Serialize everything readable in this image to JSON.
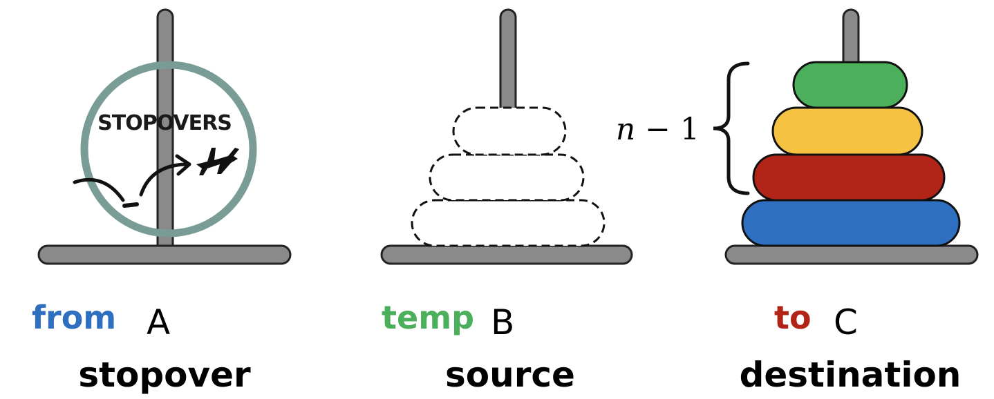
{
  "pegs": [
    {
      "id": "A",
      "role": "from",
      "name": "A",
      "description": "stopover",
      "role_color": "#2f6fbf"
    },
    {
      "id": "B",
      "role": "temp",
      "name": "B",
      "description": "source",
      "role_color": "#4caf5c"
    },
    {
      "id": "C",
      "role": "to",
      "name": "C",
      "description": "destination",
      "role_color": "#b22318"
    }
  ],
  "stopovers_stamp": {
    "text": "STOPOVERS",
    "ring_color": "#7a9c96"
  },
  "peg_color": "#8a8a8a",
  "disks_on_C": [
    {
      "color": "#4caf5c"
    },
    {
      "color": "#f5c242"
    },
    {
      "color": "#b22318"
    },
    {
      "color": "#2f6fbf"
    }
  ],
  "ghost_disks_on_B": 3,
  "brace_label": {
    "variable": "n",
    "rest": " − 1"
  }
}
